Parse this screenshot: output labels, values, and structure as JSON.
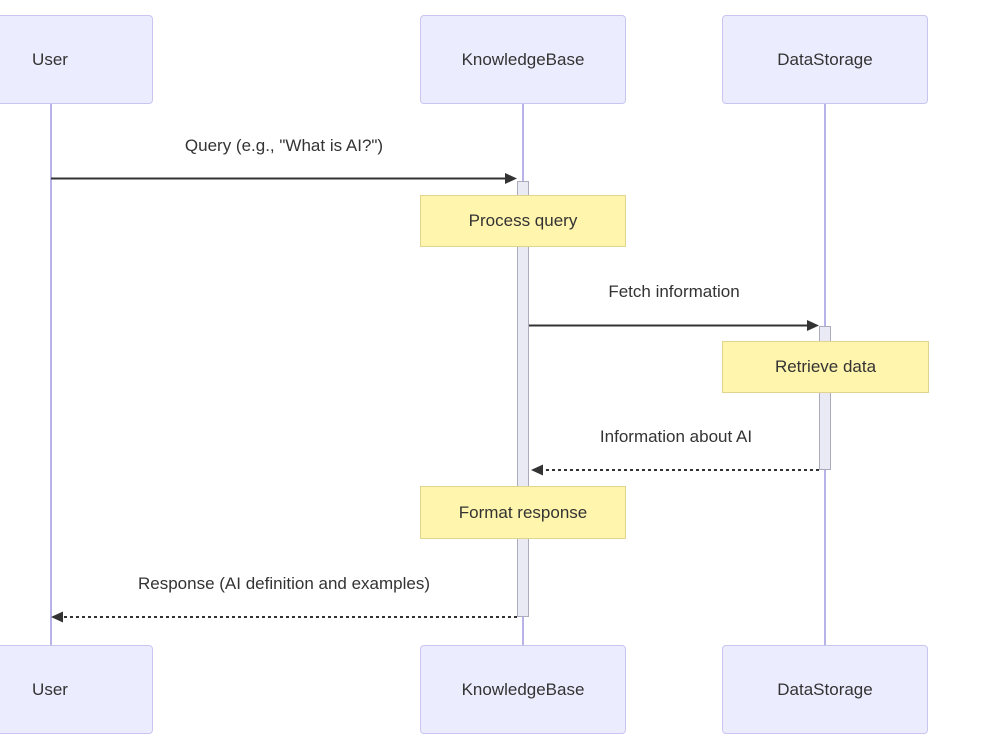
{
  "diagram": {
    "type": "sequence-diagram",
    "actors": [
      {
        "id": "user",
        "label": "User"
      },
      {
        "id": "knowledgebase",
        "label": "KnowledgeBase"
      },
      {
        "id": "datastorage",
        "label": "DataStorage"
      }
    ],
    "messages": [
      {
        "from": "User",
        "to": "KnowledgeBase",
        "label": "Query (e.g., \"What is AI?\")",
        "line_style": "solid",
        "direction": "right"
      },
      {
        "from": "KnowledgeBase",
        "to": "DataStorage",
        "label": "Fetch information",
        "line_style": "solid",
        "direction": "right"
      },
      {
        "from": "DataStorage",
        "to": "KnowledgeBase",
        "label": "Information about AI",
        "line_style": "dashed",
        "direction": "left"
      },
      {
        "from": "KnowledgeBase",
        "to": "User",
        "label": "Response (AI definition and examples)",
        "line_style": "dashed",
        "direction": "left"
      }
    ],
    "notes": [
      {
        "over": "KnowledgeBase",
        "label": "Process query"
      },
      {
        "over": "DataStorage",
        "label": "Retrieve data"
      },
      {
        "over": "KnowledgeBase",
        "label": "Format response"
      }
    ],
    "activations": [
      {
        "actor": "KnowledgeBase",
        "from_message": "Query (e.g., \"What is AI?\")",
        "to_message": "Response (AI definition and examples)"
      },
      {
        "actor": "DataStorage",
        "from_message": "Fetch information",
        "to_message": "Information about AI"
      }
    ],
    "colors": {
      "background": "#FFFFFF",
      "actor_fill": "#ECECFF",
      "actor_border": "#C9C5F0",
      "lifeline": "#B7B2E8",
      "note_fill": "#FFF5AD",
      "note_border": "#DFD58F",
      "activation_fill": "#EAEAF4",
      "activation_border": "#ABABBE",
      "arrow": "#333333",
      "text": "#333333"
    }
  }
}
